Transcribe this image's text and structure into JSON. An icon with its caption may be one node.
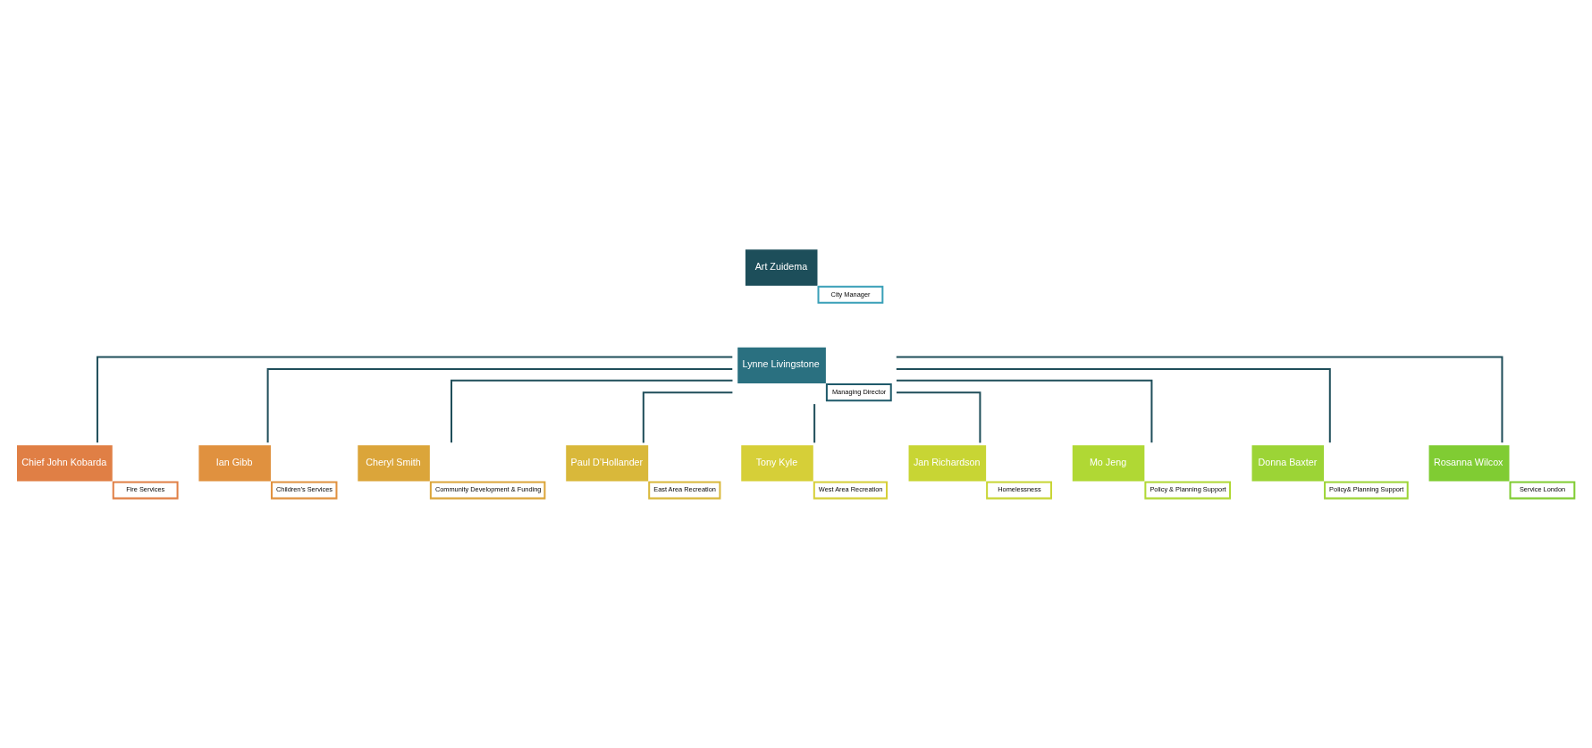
{
  "diagram": {
    "nodes": [
      {
        "text": [
          "Art Zuidema",
          "City Manager"
        ]
      },
      {
        "text": [
          "Lynne Livingstone",
          "Managing Director"
        ]
      },
      {
        "text": [
          "Chief John Kobarda",
          "Fire Services"
        ]
      },
      {
        "text": [
          "Ian Gibb",
          "Children’s Services"
        ]
      },
      {
        "text": [
          "Cheryl Smith",
          "Community Development & Funding"
        ]
      },
      {
        "text": [
          "Paul D’Hollander",
          "East Area Recreation"
        ]
      },
      {
        "text": [
          "Tony Kyle",
          "West Area Recreation"
        ]
      },
      {
        "text": [
          "Jan Richardson",
          "Homelessness"
        ]
      },
      {
        "text": [
          "Mo Jeng",
          "Policy & Planning Support"
        ]
      },
      {
        "text": [
          "Donna Baxter",
          "Policy& Planning Support"
        ]
      },
      {
        "text": [
          "Rosanna Wilcox",
          "Service London"
        ]
      }
    ],
    "edges": [
      {
        "from": 1,
        "to": 2,
        "arrow": "none"
      },
      {
        "from": 1,
        "to": 3,
        "arrow": "none"
      },
      {
        "from": 1,
        "to": 4,
        "arrow": "none"
      },
      {
        "from": 1,
        "to": 5,
        "arrow": "none"
      },
      {
        "from": 1,
        "to": 6,
        "arrow": "none"
      },
      {
        "from": 1,
        "to": 7,
        "arrow": "none"
      },
      {
        "from": 1,
        "to": 8,
        "arrow": "none"
      },
      {
        "from": 1,
        "to": 9,
        "arrow": "none"
      },
      {
        "from": 1,
        "to": 10,
        "arrow": "none"
      }
    ]
  }
}
